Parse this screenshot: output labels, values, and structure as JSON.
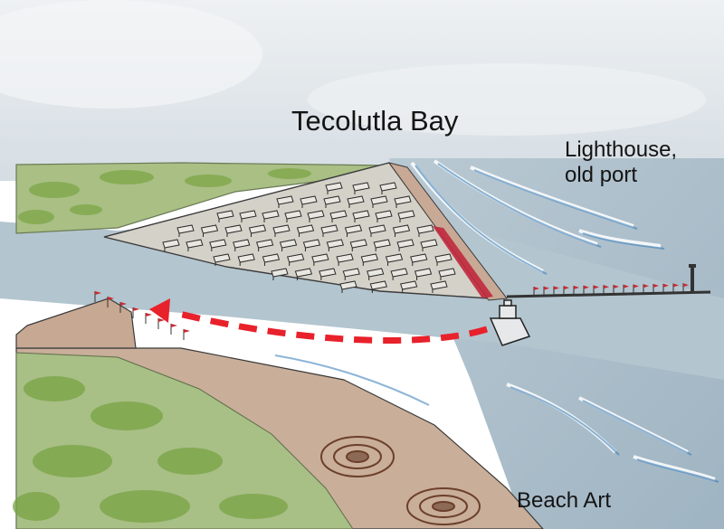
{
  "labels": {
    "title": "Tecolutla Bay",
    "lighthouse_line1": "Lighthouse,",
    "lighthouse_line2": "old port",
    "beach_art": "Beach Art"
  },
  "colors": {
    "sky": "#dfe5ea",
    "water": "#aec0cb",
    "ocean": "#a9bcc9",
    "wave_blue": "#2f78b8",
    "sand": "#c8ac97",
    "bay_city": "#d2d0c8",
    "vegetation": "#8fb15a",
    "red_path": "#e8212b",
    "red_strip": "#c0283d",
    "ink": "#2a2a2a"
  },
  "icons": {
    "boat": "boat-icon",
    "lighthouse": "lighthouse-icon",
    "flags": "flag-icon",
    "route": "dashed-arrow-icon",
    "beach_art": "concentric-circle-icon"
  }
}
